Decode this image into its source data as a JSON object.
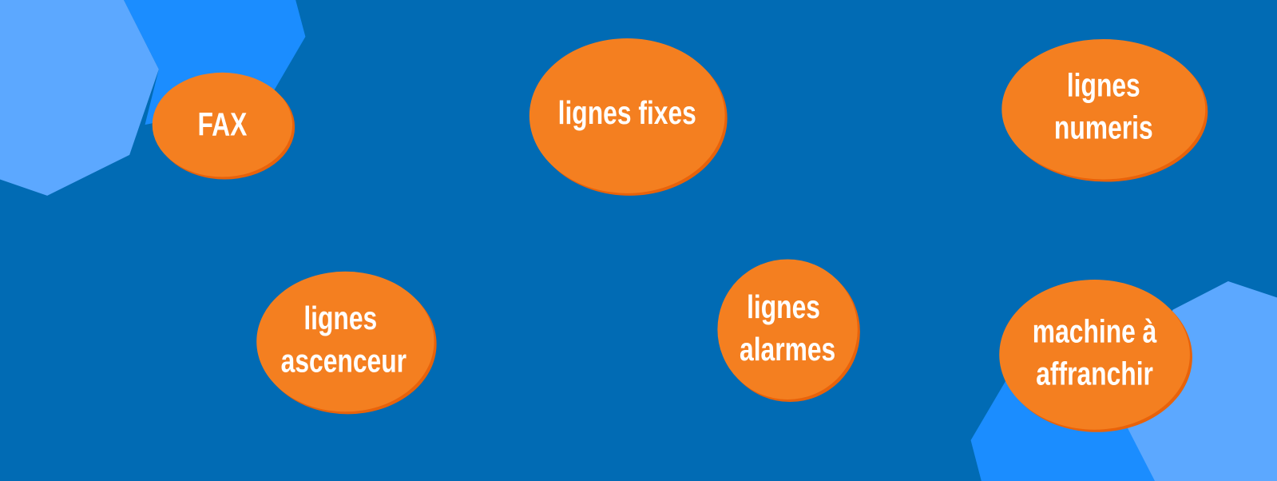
{
  "colors": {
    "background": "#016bb4",
    "hex_light": "#5ca8ff",
    "hex_medium": "#1b8dff",
    "bubble": "#f47f20",
    "bubble_shadow": "#e8620a",
    "text": "#ffffff"
  },
  "bubbles": [
    {
      "lines": [
        "FAX"
      ]
    },
    {
      "lines": [
        "lignes fixes"
      ]
    },
    {
      "lines": [
        "lignes",
        "numeris"
      ]
    },
    {
      "lines": [
        "lignes",
        "ascenceur"
      ]
    },
    {
      "lines": [
        "lignes",
        "alarmes"
      ]
    },
    {
      "lines": [
        "machine à",
        "affranchir"
      ]
    }
  ]
}
